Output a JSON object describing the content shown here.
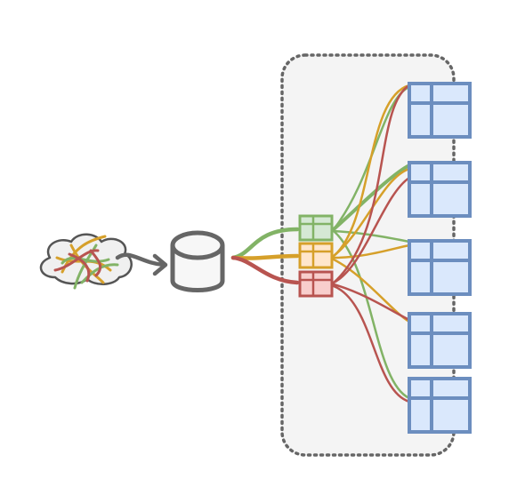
{
  "diagram": {
    "icons": {
      "source": "cloud-icon",
      "store": "database-icon",
      "arrow": "arrow-right-icon",
      "table": "table-icon",
      "bucket": "bucket-table-icon"
    },
    "colors": {
      "green": "#82b366",
      "gold": "#d6a02a",
      "red": "#b85450",
      "gray": "#666666",
      "panel_fill": "#f4f4f4",
      "panel_border": "#666666",
      "table_fill": "#dae8fc",
      "table_stroke": "#6c8ebf",
      "green_fill": "#d5e8d4",
      "gold_fill": "#ffe6cc",
      "red_fill": "#f8cecc"
    },
    "buckets": [
      {
        "name": "bucket-green",
        "color": "green"
      },
      {
        "name": "bucket-gold",
        "color": "gold"
      },
      {
        "name": "bucket-red",
        "color": "red"
      }
    ],
    "tables": [
      {
        "name": "table-1"
      },
      {
        "name": "table-2"
      },
      {
        "name": "table-3"
      },
      {
        "name": "table-4"
      },
      {
        "name": "table-5"
      }
    ]
  }
}
